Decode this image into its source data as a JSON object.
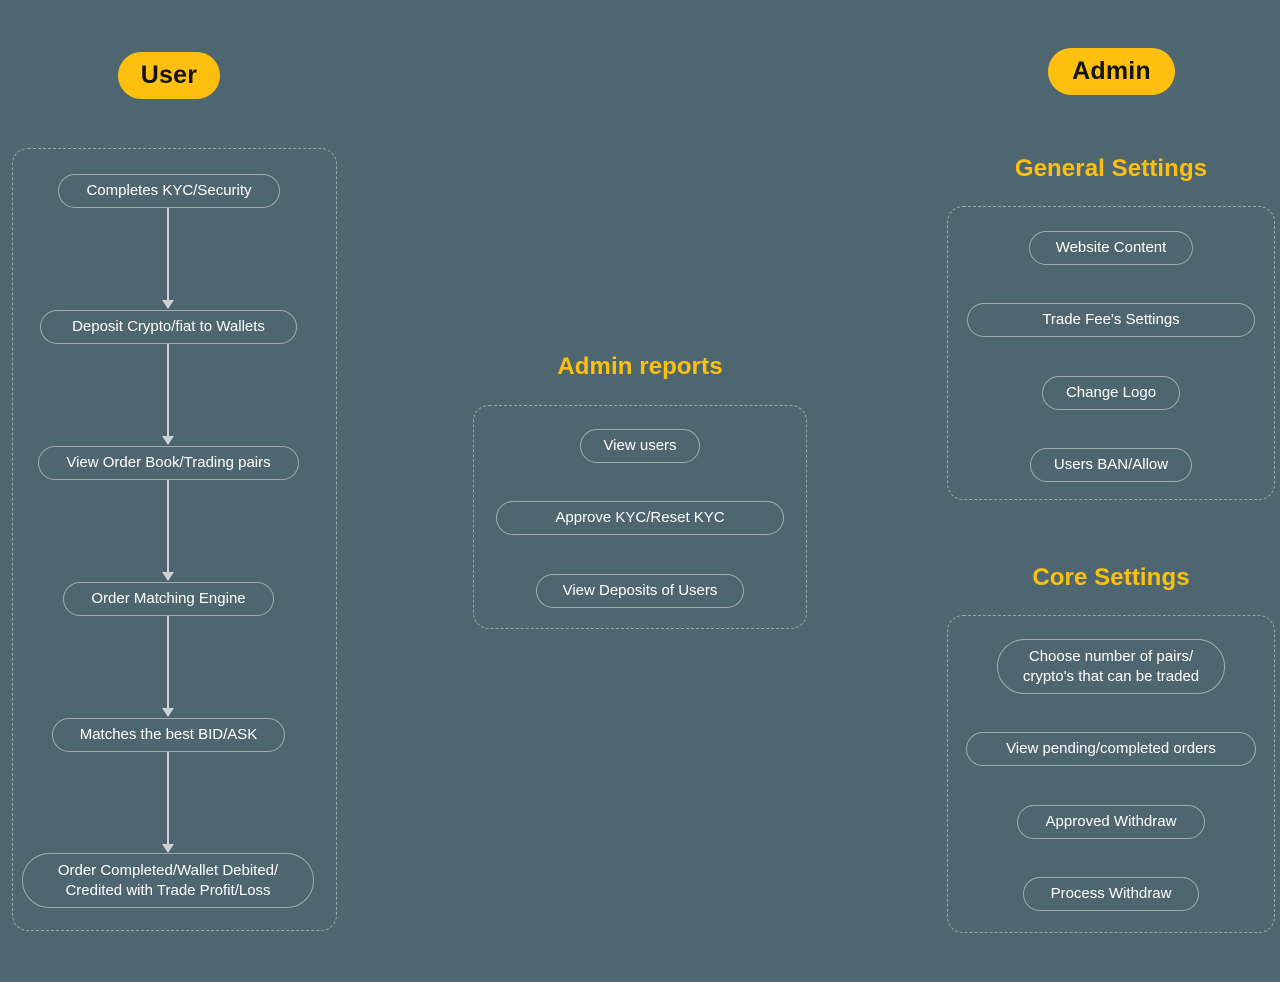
{
  "theme": {
    "background": "#4e6670",
    "accent": "#fdc00f",
    "node_border": "#9fadb3",
    "node_text": "#ffffff",
    "group_border": "#9aa7ad",
    "connector": "#c9d2d6",
    "badge_text": "#121212"
  },
  "user_column": {
    "badge_label": "User",
    "nodes": [
      {
        "label": "Completes KYC/Security"
      },
      {
        "label": "Deposit Crypto/fiat to Wallets"
      },
      {
        "label": "View Order Book/Trading pairs"
      },
      {
        "label": "Order Matching Engine"
      },
      {
        "label": "Matches the best BID/ASK"
      },
      {
        "label": "Order Completed/Wallet Debited/\nCredited with Trade Profit/Loss"
      }
    ]
  },
  "admin_reports": {
    "title": "Admin reports",
    "nodes": [
      {
        "label": "View users"
      },
      {
        "label": "Approve KYC/Reset KYC"
      },
      {
        "label": "View Deposits of Users"
      }
    ]
  },
  "admin_column": {
    "badge_label": "Admin",
    "general_settings": {
      "title": "General Settings",
      "nodes": [
        {
          "label": "Website Content"
        },
        {
          "label": "Trade Fee's Settings"
        },
        {
          "label": "Change Logo"
        },
        {
          "label": "Users BAN/Allow"
        }
      ]
    },
    "core_settings": {
      "title": "Core Settings",
      "nodes": [
        {
          "label": "Choose number of pairs/\ncrypto's that can be traded"
        },
        {
          "label": "View pending/completed orders"
        },
        {
          "label": "Approved Withdraw"
        },
        {
          "label": "Process Withdraw"
        }
      ]
    }
  }
}
